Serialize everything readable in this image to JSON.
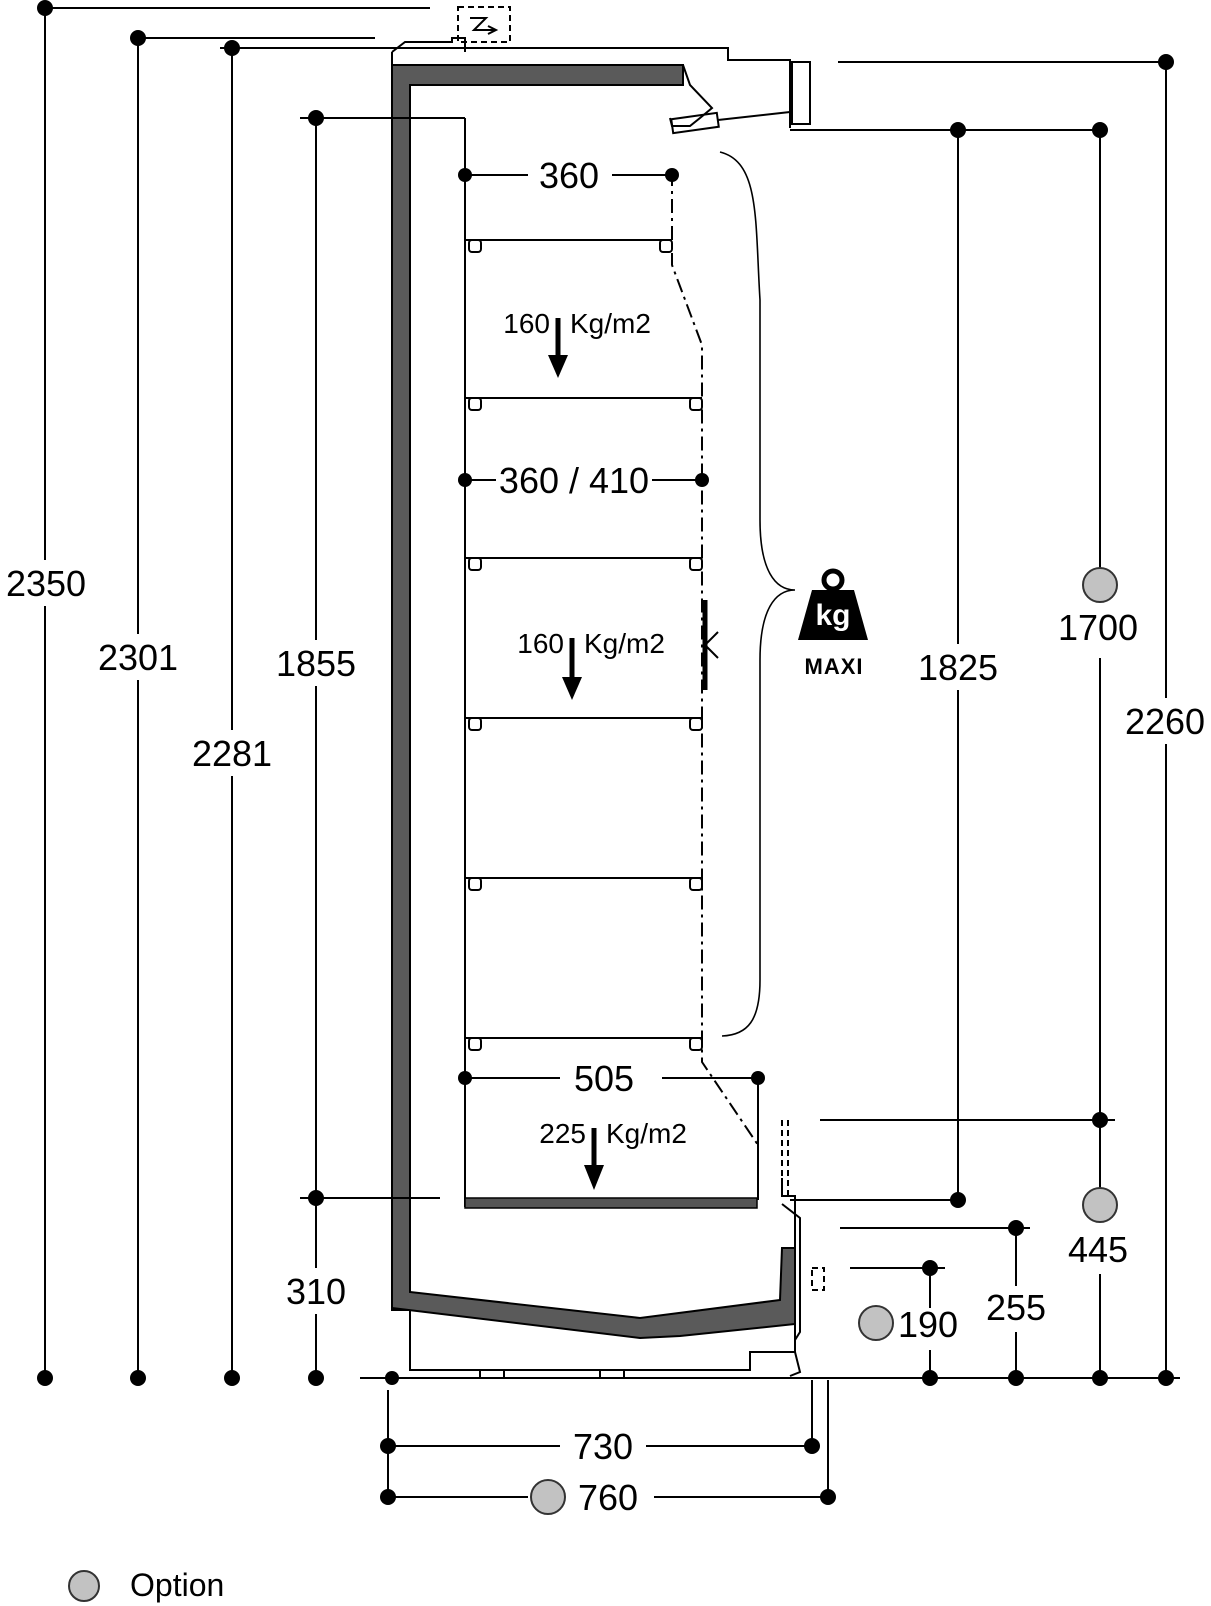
{
  "dimensions": {
    "height_total": "2350",
    "height_2301": "2301",
    "height_2281": "2281",
    "interior_height": "1855",
    "base_height": "310",
    "top_shelf_depth": "360",
    "shelf_depth": "360 / 410",
    "bottom_depth": "505",
    "display_height": "1825",
    "option_height_1700": "1700",
    "overall_height_2260": "2260",
    "option_height_445": "445",
    "height_255": "255",
    "height_190": "190",
    "depth_730": "730",
    "depth_760": "760"
  },
  "loads": {
    "shelf_load_1": "160",
    "shelf_load_2": "160",
    "bottom_load": "225",
    "unit": "Kg/m2"
  },
  "weight_icon": {
    "symbol": "kg",
    "label": "MAXI"
  },
  "legend": {
    "option_label": "Option",
    "option_color": "#c2c2c2"
  }
}
